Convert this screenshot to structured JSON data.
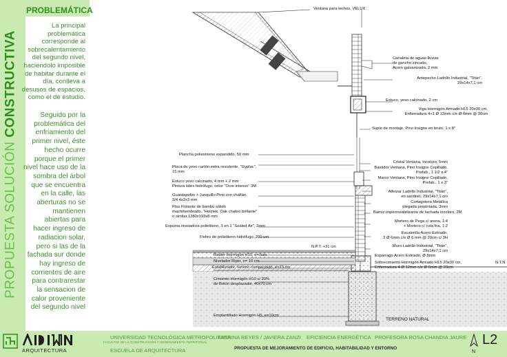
{
  "sidebar": {
    "vertical_title_light": "PROPUESTA SOLUCIÓN",
    "vertical_title_bold": "CONSTRUCTIVA",
    "section_title": "PROBLEMÁTICA",
    "paragraph1": "La principal\nproblemática\ncorresponde al\nsobrecalentamiento\ndel segundo nivel,\nhaciendolo imposible\nde habitar durante el\ndía, conlleva a\ndesusos de espacios,\ncomo el de estudio.",
    "paragraph2": "Seguido por la\nproblemática del\nenfriamiento del\nprimer nivel, éste\nhecho ocurre\nporque el primer\nnivel hace uso de la\nsombra del árbol\nque se encuentra\nen la calle, las\naberturas no se\nmantienen\nabiertas para\nhacer ingreso de\nradiacion solar,\npero si las de la\nfachada sur donde\nhay ingreso de\ncorrientes de aire\npara contrarestar\nla sensacion de\ncalor proveniente\ndel segundo nivel"
  },
  "annotations": {
    "velux": "Ventana para techos, VELUX",
    "canaleta": "Canaleta de aguas-lluvias\nde gancho zincado,\nAcero galvanizado, 2 mm",
    "antepecho": "Antepecho Ladrillo Industrial, \"Titán\",\n29x14x7,1 cm",
    "estuco": "Estuco, yeso calcinado, 2 cm",
    "viga": "Viga Hormigón Armado H15 20x30 cm,\nEnfierradura 4+1 Ø 12mm c/e Ø 6mm @ 20cm",
    "suple": "Suple de montaje, Pino Insigne en bruto, 1 x 8\"",
    "cristal": "Cristal Ventana, Incoloro, 5mm",
    "bastidor": "Bastidor Ventana, Pino Insigne Cepillado,\nPrefab., 1 1/2 x 4\"",
    "marco": "Marco Ventana, Pino Insigne Cepillado,\nPrefab., 1 x 3\"",
    "alfeizar": "Alfeizar Ladrillo Industrial, \"Titán\",\nen sardinel, 29x14x7,1 cm",
    "cortagotera": "Cortagotera Metálica\nplegada prepintada, 3mm",
    "barniz": "Barniz impermeabilizante de fachada incoloro, 2M",
    "mortero": "Mortero de Pega c/ arena, 1:4\n+ Mortero c/ cola fria, 1:2",
    "escalerilla": "Escalerilla Acero Estriado,\n2 Ø 6mm c/e Ø 6 mm @ 20cm c/ 3H",
    "muro": "Muro Ladrillo Industrial, \"Titán\",\n29x14x7,1 cm",
    "esparrago": "Espárrago Acero Estriado, Ø 8mm",
    "sobrecimiento": "Sobrecimiento Hormigón Armado H15 20x30 cm,\nEnfierradura 4 Ø 12mm c/e Ø 6mm @ 20cm",
    "ntn": "N.T.N",
    "plancha": "Plancha poliestireno expandido, 50 mm",
    "placa": "Placa de yeso cartón extra resistente, \"Gyplac\",\n15 mm",
    "estuco2": "Estuco yeso calcinado, 4 mm + 2 mm\nPintura látex hidrófugo, color \"Ocre intenso\" 3M",
    "guardapolvo": "Guardapolvo + Junquillo Pino con chaflán,\n3/4 4x2x3 mm",
    "piso": "Piso Flotante de bambú sólido\nmachihembrado, \"Holztek, Oak chabro brillante\"\no similar,1380x193x8 mm",
    "espuma": "Espuma niveladora polietileno, 3 en 1 \"Sealed Air\", 2mm",
    "fieltro": "Fieltro de polietileno hidrófugo, 200 um",
    "npt": "N.P.T. +31 cm",
    "radier": "Radier Hormigón H10, e=7cm",
    "nivelador": "Nivelador Ripio, e= 10 cm",
    "estabilizador": "Estabilizador, terreno compactado, e=13 cm",
    "cimiento": "Cimiento Hormigón H10 c/ 20%\nde Bolón desplazador, 40x70 cm",
    "emplantillado": "Emplantillado Hormigón H5, e=10cm",
    "terreno": "TERRENO NATURAL"
  },
  "footer": {
    "logo_text": "ARQUITECTURA",
    "university": "UNIVERSIDAD TECNOLÓGICA METROPOLITANA",
    "faculty": "FACULTAD DE LA CONSTRUCCIÓN Y ORDENAMIENTO TERRITORIAL",
    "school": "ESCUELA DE ARQUITECTURA",
    "authors": "KATRINA REYES / JAVIERA ZANZI",
    "subject": "EFICIENCIA ENERGÉTICA",
    "professor": "PROFESORA ROSA CHANDIA JAURE",
    "project": "PROPUESTA DE MEJORAMIENTO DE EDIFICIO, HABITABILIDAD Y ENTORNO",
    "sheet": "L2",
    "north": "N"
  },
  "colors": {
    "green_light": "#c9ebb1",
    "green_dark": "#2f8e1d",
    "green_text": "#3d8d2f"
  }
}
